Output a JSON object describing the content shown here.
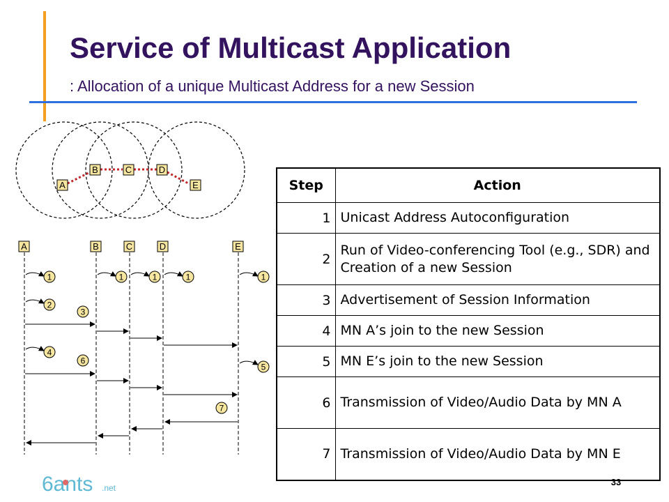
{
  "title": "Service of Multicast Application",
  "subtitle": ": Allocation of a unique Multicast Address for a new Session",
  "colors": {
    "title": "#33125e",
    "accent_bar": "#f2a01e",
    "accent_line": "#2f6fe0",
    "node_fill": "#f7e6a0",
    "step_fill": "#f7e6a0",
    "link": "#c0282b"
  },
  "topology": {
    "nodes": [
      "A",
      "B",
      "C",
      "D",
      "E"
    ],
    "links": [
      [
        "A",
        "B"
      ],
      [
        "B",
        "C"
      ],
      [
        "C",
        "D"
      ],
      [
        "D",
        "E"
      ]
    ]
  },
  "sequence": {
    "nodes": [
      "A",
      "B",
      "C",
      "D",
      "E"
    ],
    "step_badges": [
      "1",
      "1",
      "1",
      "1",
      "1",
      "2",
      "3",
      "4",
      "6",
      "5",
      "7"
    ]
  },
  "table": {
    "headers": [
      "Step",
      "Action"
    ],
    "rows": [
      {
        "step": "1",
        "action": "Unicast Address Autoconfiguration"
      },
      {
        "step": "2",
        "action": "Run of Video-conferencing Tool (e.g., SDR) and Creation of a new Session"
      },
      {
        "step": "3",
        "action": "Advertisement of Session Information"
      },
      {
        "step": "4",
        "action": "MN A’s join to the new Session"
      },
      {
        "step": "5",
        "action": "MN E’s join to the new Session"
      },
      {
        "step": "6",
        "action": "Transmission of Video/Audio Data by MN A"
      },
      {
        "step": "7",
        "action": "Transmission of Video/Audio Data by MN E"
      }
    ]
  },
  "logo": {
    "text": "6ants",
    "suffix": ".net"
  },
  "page_number": "33"
}
